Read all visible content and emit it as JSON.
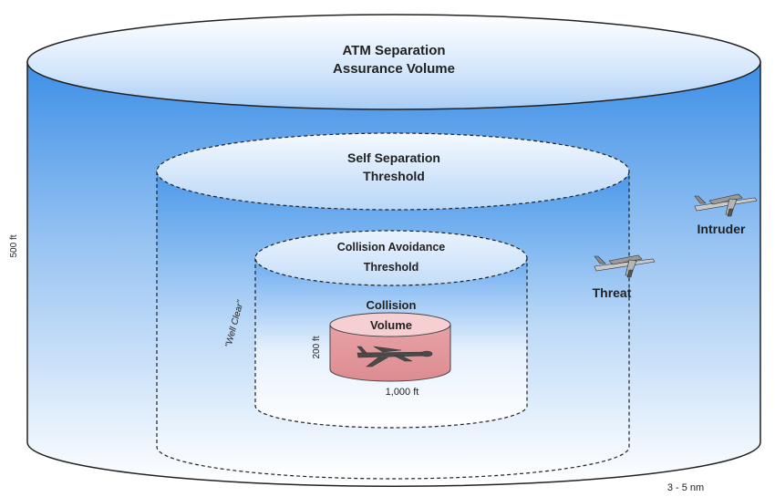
{
  "volumes": {
    "atm": {
      "line1": "ATM Separation",
      "line2": "Assurance Volume"
    },
    "self_sep": {
      "line1": "Self Separation",
      "line2": "Threshold"
    },
    "collision_avoid": {
      "line1": "Collision Avoidance",
      "line2": "Threshold"
    },
    "collision": {
      "line1": "Collision",
      "line2": "Volume"
    }
  },
  "dimensions": {
    "outer_height": "500 ft",
    "outer_width": "3 - 5 nm",
    "collision_height": "200 ft",
    "collision_width": "1,000 ft"
  },
  "well_clear": "\"Well Clear\"",
  "aircraft": {
    "threat": "Threat",
    "intruder": "Intruder"
  },
  "colors": {
    "outer_top": "#ffffff",
    "outer_blue": "#3d8fe6",
    "collision_fill": "#e8a2a6",
    "collision_top": "#f6cfd2"
  }
}
